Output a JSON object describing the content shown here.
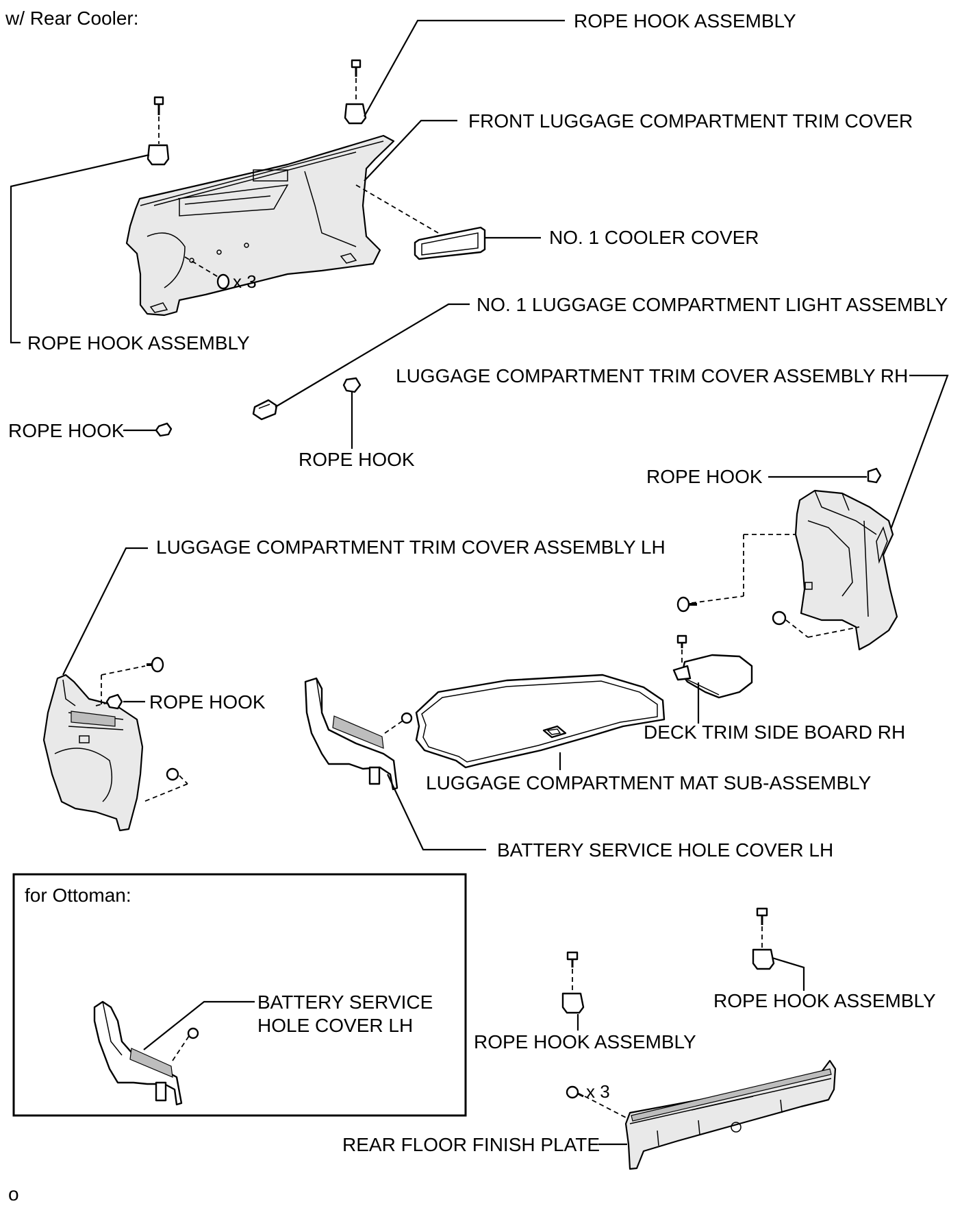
{
  "variants": {
    "rear_cooler": "w/ Rear Cooler:",
    "ottoman": "for Ottoman:"
  },
  "labels": {
    "rope_hook_assembly_top": "ROPE HOOK ASSEMBLY",
    "front_luggage_trim_cover": "FRONT LUGGAGE COMPARTMENT TRIM COVER",
    "no1_cooler_cover": "NO. 1 COOLER COVER",
    "no1_light_assembly": "NO. 1 LUGGAGE COMPARTMENT LIGHT ASSEMBLY",
    "rope_hook_assembly_left": "ROPE HOOK ASSEMBLY",
    "trim_cover_rh": "LUGGAGE COMPARTMENT TRIM COVER ASSEMBLY RH",
    "rope_hook_left": "ROPE HOOK",
    "rope_hook_center": "ROPE HOOK",
    "rope_hook_rh": "ROPE HOOK",
    "trim_cover_lh": "LUGGAGE COMPARTMENT TRIM COVER ASSEMBLY LH",
    "rope_hook_lh": "ROPE HOOK",
    "deck_trim_side_board_rh": "DECK TRIM SIDE BOARD RH",
    "luggage_mat": "LUGGAGE COMPARTMENT MAT SUB-ASSEMBLY",
    "battery_cover_lh": "BATTERY SERVICE HOLE COVER LH",
    "battery_cover_lh_ottoman_line1": "BATTERY SERVICE",
    "battery_cover_lh_ottoman_line2": "HOLE COVER LH",
    "rope_hook_assembly_mid": "ROPE HOOK ASSEMBLY",
    "rope_hook_assembly_right": "ROPE HOOK ASSEMBLY",
    "rear_floor_finish_plate": "REAR FLOOR FINISH PLATE"
  },
  "quantities": {
    "clip_front_trim": "x 3",
    "screw_finish_plate": "x 3"
  },
  "footer": {
    "code": "o"
  }
}
